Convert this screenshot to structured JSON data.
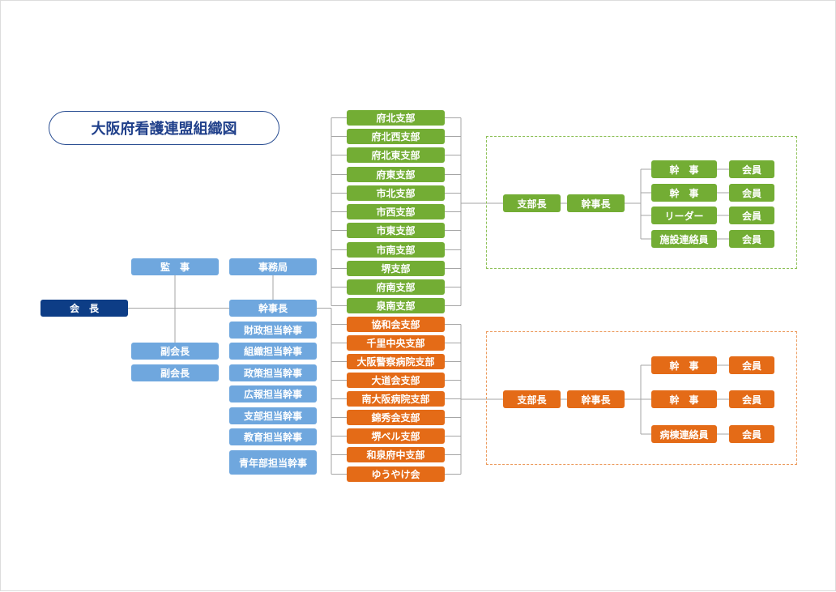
{
  "title": "大阪府看護連盟組織図",
  "colors": {
    "navy": "#0d3d86",
    "blue": "#6fa7de",
    "green": "#73ad34",
    "orange": "#e46b17",
    "line": "#a6a6a6"
  },
  "president": "会　長",
  "auditor": "監　事",
  "vice_presidents": [
    "副会長",
    "副会長"
  ],
  "secretariat": "事務局",
  "secretary_general": "幹事長",
  "officers": [
    "財政担当幹事",
    "組織担当幹事",
    "政策担当幹事",
    "広報担当幹事",
    "支部担当幹事",
    "教育担当幹事",
    "青年部担当幹事"
  ],
  "green_branches": [
    "府北支部",
    "府北西支部",
    "府北東支部",
    "府東支部",
    "市北支部",
    "市西支部",
    "市東支部",
    "市南支部",
    "堺支部",
    "府南支部",
    "泉南支部"
  ],
  "orange_branches": [
    "協和会支部",
    "千里中央支部",
    "大阪警察病院支部",
    "大道会支部",
    "南大阪病院支部",
    "錦秀会支部",
    "堺ベル支部",
    "和泉府中支部",
    "ゆうやけ会"
  ],
  "green_detail": {
    "head": "支部長",
    "secretary": "幹事長",
    "roles": [
      "幹　事",
      "幹　事",
      "リーダー",
      "施設連絡員"
    ],
    "member": "会員"
  },
  "orange_detail": {
    "head": "支部長",
    "secretary": "幹事長",
    "roles": [
      "幹　事",
      "幹　事",
      "病棟連絡員"
    ],
    "member": "会員"
  }
}
